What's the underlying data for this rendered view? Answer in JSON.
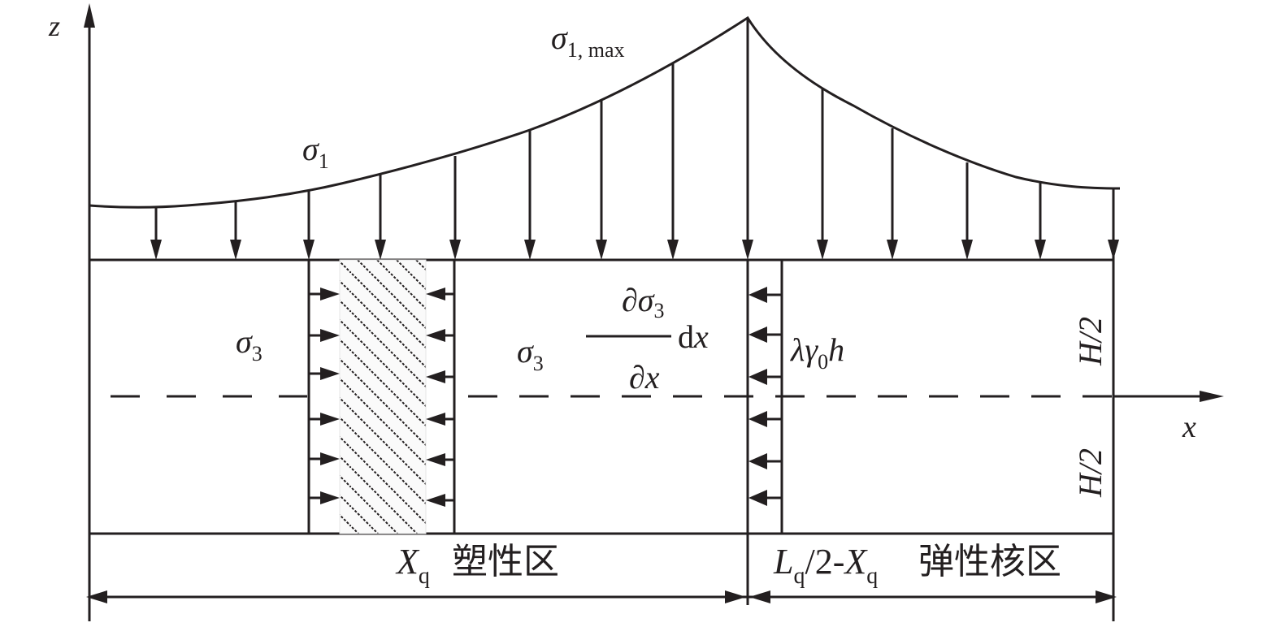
{
  "colors": {
    "ink": "#231f20",
    "background": "#ffffff",
    "hatch_bg": "#fafafa"
  },
  "axes": {
    "z_label": "z",
    "x_label": "x"
  },
  "labels": {
    "sigma1": {
      "base": "σ",
      "sub": "1"
    },
    "sigma1_max": {
      "base": "σ",
      "sub": "1, max"
    },
    "sigma3_left": {
      "base": "σ",
      "sub": "3"
    },
    "sigma3_right": {
      "base": "σ",
      "sub": "3"
    },
    "derivative": {
      "numerator": "∂σ",
      "numerator_sub": "3",
      "denominator": "∂x",
      "suffix_d": "d",
      "suffix_x": "x"
    },
    "lambda_term": {
      "lambda": "λ",
      "gamma": "γ",
      "gamma_sub": "0",
      "h": "h"
    },
    "half_height_top": "H/2",
    "half_height_bottom": "H/2"
  },
  "zones": {
    "plastic": {
      "var": "X",
      "var_sub": "q",
      "name": "塑性区"
    },
    "elastic": {
      "var1": "L",
      "var1_sub": "q",
      "mid": "/2-",
      "var2": "X",
      "var2_sub": "q",
      "name": "弹性核区"
    }
  },
  "stress_profile": {
    "description": "Vertical stress σ1 distribution above the coal pillar, peak σ1,max at the plastic/elastic boundary",
    "arrow_count": 14,
    "peak_location": "plastic-elastic boundary",
    "lateral_arrows_per_side": 6
  }
}
